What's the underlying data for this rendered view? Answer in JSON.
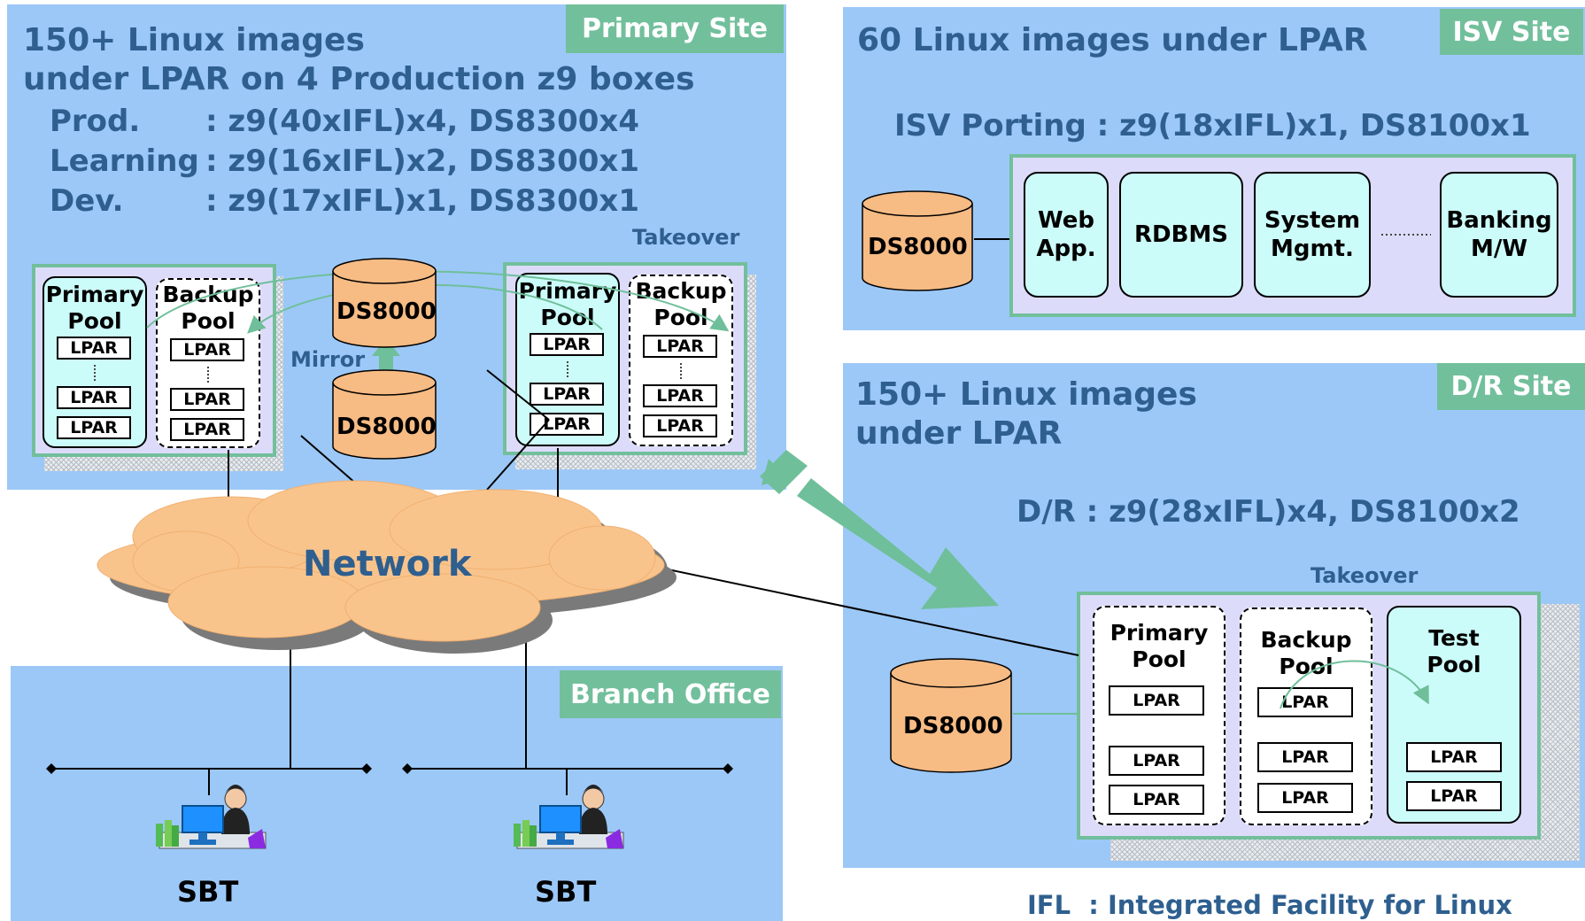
{
  "primary_site": {
    "tag": "Primary Site",
    "heading_line1": "150+ Linux images",
    "heading_line2": "under LPAR on 4 Production z9 boxes",
    "specs": [
      {
        "name": "Prod.",
        "value": ": z9(40xIFL)x4, DS8300x4"
      },
      {
        "name": "Learning",
        "value": ": z9(16xIFL)x2, DS8300x1"
      },
      {
        "name": "Dev.",
        "value": ": z9(17xIFL)x1, DS8300x1"
      }
    ],
    "takeover": "Takeover",
    "mirror": "Mirror",
    "storage_top": "DS8000",
    "storage_bottom": "DS8000",
    "left_box": {
      "primary_pool": "Primary\nPool",
      "backup_pool": "Backup\nPool",
      "lpar": "LPAR"
    },
    "right_box": {
      "primary_pool": "Primary\nPool",
      "backup_pool": "Backup\nPool",
      "lpar": "LPAR"
    }
  },
  "isv_site": {
    "tag": "ISV Site",
    "heading": "60 Linux images under LPAR",
    "spec": "ISV Porting :  z9(18xIFL)x1, DS8100x1",
    "storage": "DS8000",
    "apps": [
      "Web\nApp.",
      "RDBMS",
      "System\nMgmt.",
      "Banking\nM/W"
    ]
  },
  "dr_site": {
    "tag": "D/R Site",
    "heading_line1": "150+ Linux images",
    "heading_line2": "under LPAR",
    "spec": "D/R : z9(28xIFL)x4, DS8100x2",
    "takeover": "Takeover",
    "storage": "DS8000",
    "primary_pool": "Primary\nPool",
    "backup_pool": "Backup\nPool",
    "test_pool": "Test\nPool",
    "lpar": "LPAR"
  },
  "network": {
    "label": "Network"
  },
  "branch_office": {
    "tag": "Branch Office",
    "terminals": [
      "SBT",
      "SBT"
    ]
  },
  "footnote": "IFL  : Integrated Facility for Linux",
  "colors": {
    "site_bg": "#9cc8f7",
    "tag_bg": "#72bf9c",
    "heading_text": "#2e5f8f",
    "cloud": "#f9c48c",
    "storage": "#f7bb84",
    "pool_fill": "#ccfcf9",
    "box_fill": "#dcdcfa"
  }
}
